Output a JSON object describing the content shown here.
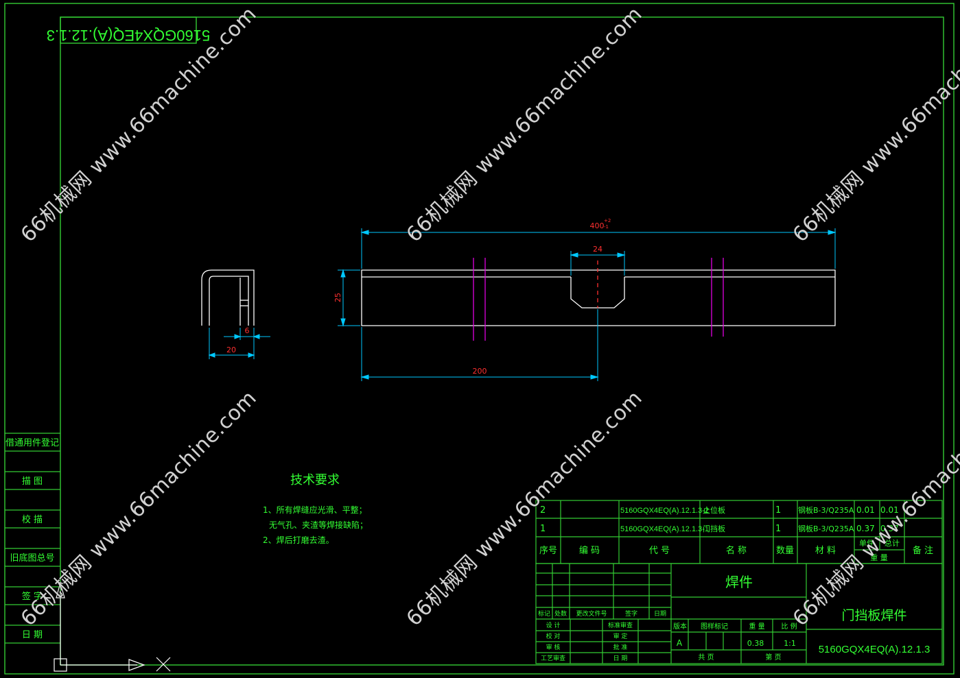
{
  "colors": {
    "frame": "#33cc33",
    "outline": "#ffffff",
    "dimension": "#00c8ff",
    "dim_text": "#ff3030",
    "center": "#e000e0",
    "note_text": "#33ff33"
  },
  "title_strip": "5160GQX4EQ(A).12.1.3",
  "dimensions": {
    "overall_length": "400",
    "tol_upper": "+2",
    "tol_lower": "-1",
    "height": "25",
    "slot_width": "24",
    "slot_position": "200",
    "side_width": "20",
    "side_lip": "6"
  },
  "notes": {
    "title": "技术要求",
    "line1": "1、所有焊缝应光滑、平整；",
    "line2": "无气孔、夹渣等焊接缺陷；",
    "line3": "2、焊后打磨去渣。"
  },
  "side_stamps": [
    "借通用件登记",
    "描  图",
    "校  描",
    "旧底图总号",
    "签  字",
    "日  期"
  ],
  "bom": {
    "rows": [
      {
        "seq": "2",
        "code": "",
        "drawing_no": "5160GQX4EQ(A).12.1.3-2",
        "name": "止位板",
        "qty": "1",
        "material": "钢板B-3/Q235A",
        "unit_wt": "0.01",
        "total_wt": "0.01",
        "remark": ""
      },
      {
        "seq": "1",
        "code": "",
        "drawing_no": "5160GQX4EQ(A).12.1.3-1",
        "name": "门挡板",
        "qty": "1",
        "material": "钢板B-3/Q235A",
        "unit_wt": "0.37",
        "total_wt": "0.37",
        "remark": ""
      }
    ],
    "headers": {
      "seq": "序号",
      "code": "编  码",
      "drawing_no": "代  号",
      "name": "名  称",
      "qty": "数量",
      "material": "材  料",
      "unit": "单件",
      "total": "总计",
      "weight": "重  量",
      "remark": "备  注"
    }
  },
  "title_block": {
    "part_type": "焊件",
    "part_name": "门挡板焊件",
    "drawing_no": "5160GQX4EQ(A).12.1.3",
    "revision_labels": [
      "标记",
      "处数",
      "更改文件号",
      "签字",
      "日期"
    ],
    "sign_left": [
      "设  计",
      "校  对",
      "审  核",
      "工艺审查"
    ],
    "sign_right": [
      "标准审查",
      "审  定",
      "批  准",
      "日  期"
    ],
    "stage_headers": [
      "版本",
      "图样标记",
      "重  量",
      "比  例"
    ],
    "stage": "A",
    "weight": "0.38",
    "scale": "1:1",
    "sheets_total_label": "共    页",
    "sheet_no_label": "第    页"
  },
  "watermark": "66机械网 www.66machine.com"
}
